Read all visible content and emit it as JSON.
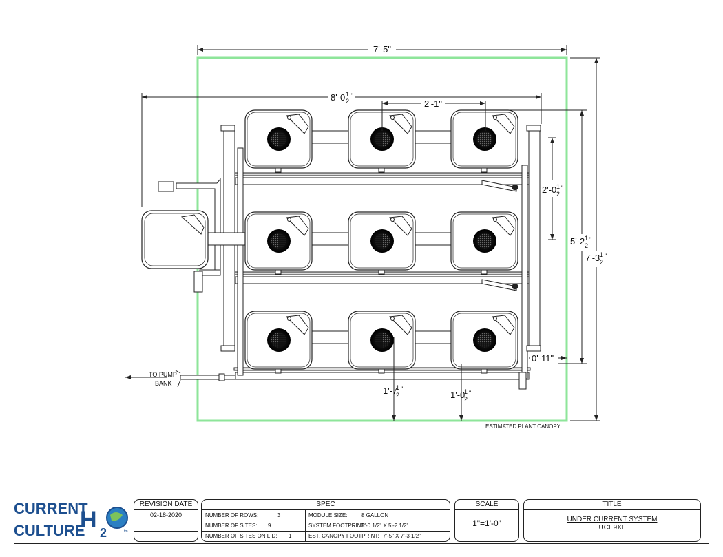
{
  "dimensions": {
    "canopy_width": "7'-5\"",
    "footprint_length": "8'-0",
    "footprint_length_frac": "1/2",
    "site_spacing": "2'-1\"",
    "row_spacing": "2'-0",
    "row_spacing_frac": "1/2",
    "footprint_width": "5'-2",
    "footprint_width_frac": "1/2",
    "canopy_height": "7'-3",
    "canopy_height_frac": "1/2",
    "edge_offset": "0'-11\"",
    "site_offset_a": "1'-7",
    "site_offset_a_frac": "1/2",
    "site_offset_b": "1'-0",
    "site_offset_b_frac": "1/2"
  },
  "labels": {
    "to_pump_bank_1": "TO PUMP",
    "to_pump_bank_2": "BANK",
    "estimated_plant_canopy": "ESTIMATED PLANT CANOPY"
  },
  "colors": {
    "canopy_outline": "#8ee59a",
    "line": "#222222"
  },
  "title_block": {
    "revision_header": "REVISION DATE",
    "revision_date": "02-18-2020",
    "spec_header": "SPEC",
    "spec_rows": [
      {
        "label": "NUMBER OF ROWS:",
        "value": "3",
        "label2": "MODULE SIZE:",
        "value2": "8 GALLON"
      },
      {
        "label": "NUMBER OF SITES:",
        "value": "9",
        "label2": "SYSTEM FOOTPRINT:",
        "value2": "8'-0 1/2\" X 5'-2 1/2\""
      },
      {
        "label": "NUMBER OF SITES ON LID:",
        "value": "1",
        "label2": "EST. CANOPY FOOTPRINT:",
        "value2": "7'-5\" X 7'-3 1/2\""
      }
    ],
    "scale_header": "SCALE",
    "scale_value": "1\"=1'-0\"",
    "title_header": "TITLE",
    "title_line1": "UNDER CURRENT SYSTEM",
    "title_line2": "UCE9XL"
  },
  "logo": {
    "line1": "CURRENT",
    "line2": "CULTURE",
    "mark": "H2O",
    "tm": "tm"
  }
}
